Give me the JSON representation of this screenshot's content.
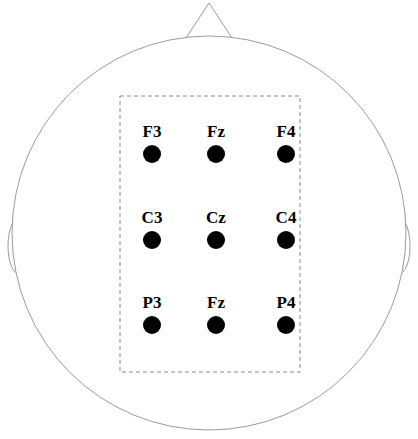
{
  "diagram": {
    "labels": [
      "F3",
      "Fz",
      "F4",
      "C3",
      "Cz",
      "C4",
      "P3",
      "Fz",
      "P4"
    ]
  }
}
